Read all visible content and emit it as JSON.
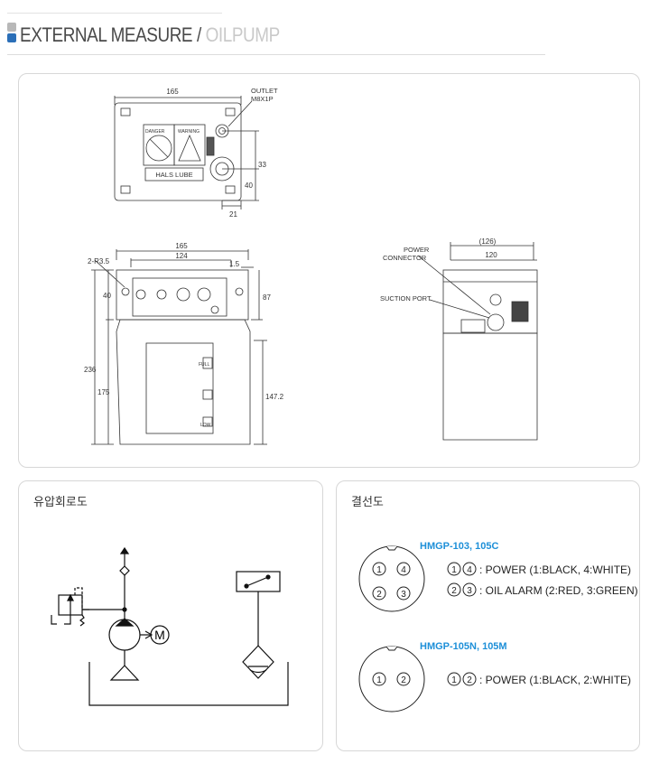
{
  "page": {
    "title_main": "EXTERNAL MEASURE",
    "title_sep": "/",
    "title_sub": "OILPUMP"
  },
  "dimensions": {
    "top_view": {
      "width": "165",
      "outlet_label": "OUTLET",
      "outlet_thread": "M8X1P",
      "dim_33": "33",
      "dim_40": "40",
      "dim_21": "21",
      "danger_label": "DANGER",
      "warning_label": "WARNING",
      "brand_plate": "HALS LUBE"
    },
    "front_view": {
      "width": "165",
      "inner_width": "124",
      "hole_label": "2-R3.5",
      "dim_1_5": "1.5",
      "dim_40": "40",
      "dim_87": "87",
      "dim_236": "236",
      "dim_175": "175",
      "dim_147_2": "147.2",
      "full_label": "FULL",
      "low_label": "LOW"
    },
    "side_view": {
      "overall_width": "(126)",
      "body_width": "120",
      "power_connector_label": "POWER",
      "power_connector_label2": "CONNECTOR",
      "suction_port_label": "SUCTION PORT"
    }
  },
  "hydraulic": {
    "title": "유압회로도",
    "motor_symbol": "M"
  },
  "wiring": {
    "title": "결선도",
    "connector1": {
      "model": "HMGP-103, 105C",
      "pins": [
        "1",
        "4",
        "2",
        "3"
      ],
      "lines": [
        {
          "pin_a": "1",
          "pin_b": "4",
          "text": ": POWER (1:BLACK, 4:WHITE)"
        },
        {
          "pin_a": "2",
          "pin_b": "3",
          "text": ": OIL ALARM (2:RED, 3:GREEN)"
        }
      ]
    },
    "connector2": {
      "model": "HMGP-105N, 105M",
      "pins": [
        "1",
        "2"
      ],
      "lines": [
        {
          "pin_a": "1",
          "pin_b": "2",
          "text": ": POWER (1:BLACK, 2:WHITE)"
        }
      ]
    }
  }
}
